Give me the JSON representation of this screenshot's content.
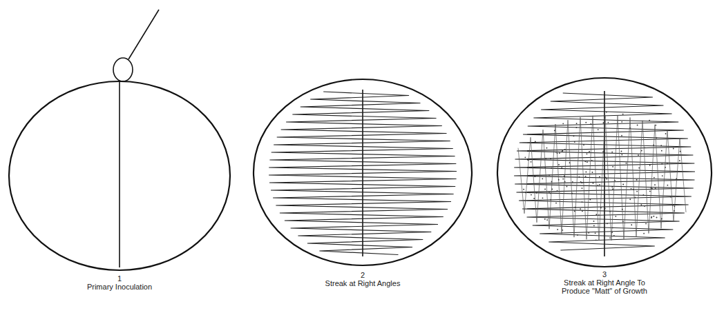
{
  "diagram": {
    "labels": [
      "1",
      "Primary Inoculation",
      "2",
      "Streak at Right Angles",
      "3",
      "Streak at Right Angle To Produce \"Matt\" of Growth"
    ]
  }
}
